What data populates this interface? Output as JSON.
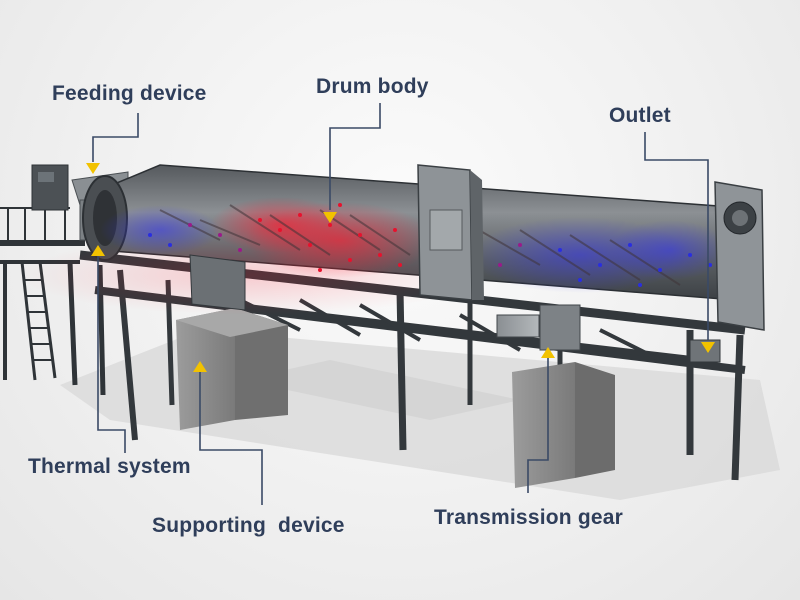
{
  "labels": {
    "feeding_device": "Feeding device",
    "drum_body": "Drum body",
    "outlet": "Outlet",
    "thermal_system": "Thermal system",
    "supporting_device": "Supporting  device",
    "transmission_gear": "Transmission gear"
  },
  "colors": {
    "label_text": "#2f3e5a",
    "leader_line": "#3a4a66",
    "pointer_arrow": "#f2c200",
    "hot_particles": "#e8112d",
    "warm_particles": "#9a1a8a",
    "cool_particles": "#2a2ee0",
    "steel_dark": "#3a3f44",
    "steel_mid": "#6f7478",
    "concrete": "#8e8e8e"
  }
}
